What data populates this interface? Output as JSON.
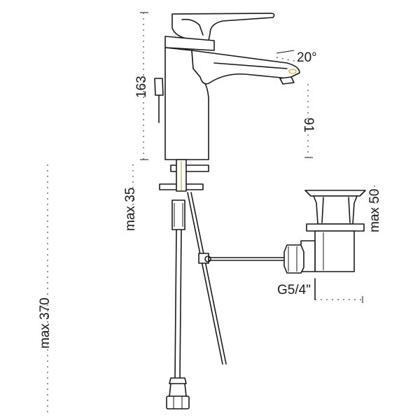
{
  "drawing": {
    "dimensions": {
      "height_spout": "163",
      "angle": "20°",
      "spout_reach": "91",
      "max_35": "max 35",
      "max_50": "max 50",
      "thread": "G5/4\"",
      "max_370": "max 370"
    },
    "colors": {
      "line": "#1a1a1a",
      "accent": "#c8b400",
      "background": "#ffffff"
    }
  }
}
